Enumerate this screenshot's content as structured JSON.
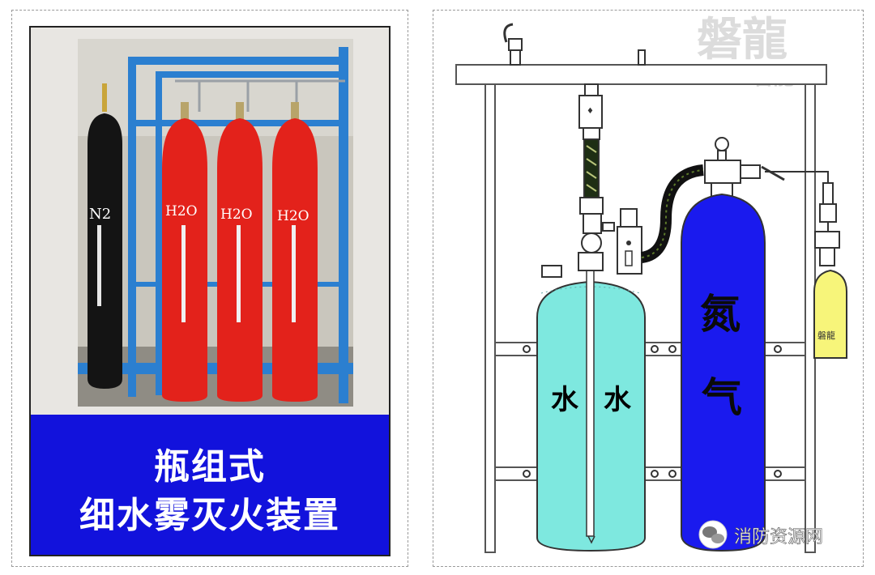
{
  "left_panel": {
    "caption": {
      "line1": "瓶组式",
      "line2": "细水雾灭火装置"
    },
    "cylinders": [
      {
        "label": "N2",
        "color": "#141414"
      },
      {
        "label": "H2O",
        "color": "#e3221b"
      },
      {
        "label": "H2O",
        "color": "#e3221b"
      },
      {
        "label": "H2O",
        "color": "#e3221b"
      }
    ],
    "frame_color": "#2b7fd0"
  },
  "right_panel": {
    "water_cylinder": {
      "label_left": "水",
      "label_right": "水",
      "color": "#7ee8df"
    },
    "nitrogen_cylinder": {
      "label_top": "氮",
      "label_bottom": "气",
      "color": "#1a1aee"
    },
    "small_cylinder": {
      "label": "磐龍",
      "color": "#f7f57a"
    },
    "watermark": {
      "large": "磐龍",
      "small": "磐龍"
    },
    "source_badge": {
      "text": "消防资源网"
    }
  }
}
